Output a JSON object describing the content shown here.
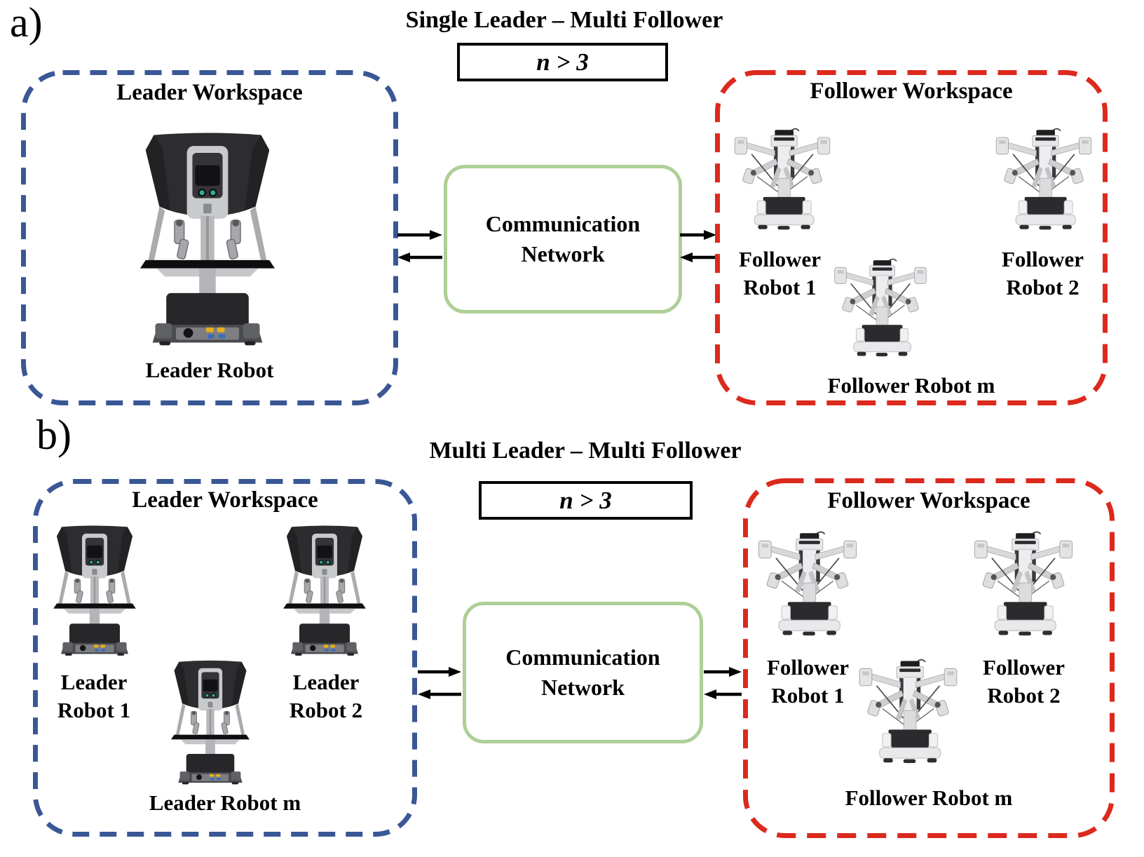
{
  "colors": {
    "background": "#FFFFFF",
    "leader_box_border": "#3A5795",
    "follower_box_border": "#DC291E",
    "network_box_border": "#AECF96",
    "condition_box_border": "#000000",
    "arrow": "#000000",
    "text": "#000000"
  },
  "icons": {
    "leader_robot": "surgeon-console-icon",
    "follower_robot": "patient-cart-icon",
    "arrow_right": "arrow-right-icon",
    "arrow_left": "arrow-left-icon"
  },
  "sections": {
    "a": {
      "label": "a)",
      "title": "Single Leader – Multi Follower",
      "condition": "n > 3",
      "leader_workspace": {
        "title": "Leader Workspace",
        "robot_labels": [
          "Leader Robot"
        ]
      },
      "network": {
        "label": "Communication Network"
      },
      "follower_workspace": {
        "title": "Follower Workspace",
        "robot_labels": [
          "Follower Robot 1",
          "Follower Robot 2",
          "Follower Robot m"
        ]
      }
    },
    "b": {
      "label": "b)",
      "title": "Multi Leader – Multi Follower",
      "condition": "n > 3",
      "leader_workspace": {
        "title": "Leader Workspace",
        "robot_labels": [
          "Leader Robot 1",
          "Leader Robot 2",
          "Leader Robot m"
        ]
      },
      "network": {
        "label": "Communication Network"
      },
      "follower_workspace": {
        "title": "Follower Workspace",
        "robot_labels": [
          "Follower Robot 1",
          "Follower Robot 2",
          "Follower Robot m"
        ]
      }
    }
  }
}
